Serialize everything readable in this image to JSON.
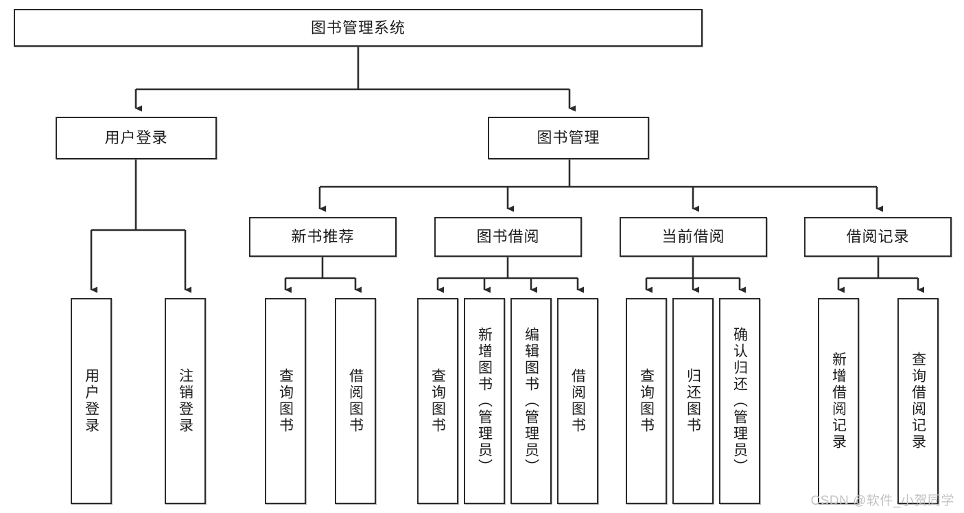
{
  "diagram": {
    "type": "tree",
    "title": "图书管理系统",
    "watermark": "CSDN @软件_小贺同学",
    "colors": {
      "box_border": "#2b2b2b",
      "box_fill": "#ffffff",
      "connector": "#2b2b2b",
      "text": "#1c1c1c",
      "watermark": "#c3c3c3"
    },
    "nodes": {
      "root": {
        "label": "图书管理系统"
      },
      "level2": [
        {
          "label": "用户登录"
        },
        {
          "label": "图书管理"
        }
      ],
      "level3": [
        {
          "label": "新书推荐"
        },
        {
          "label": "图书借阅"
        },
        {
          "label": "当前借阅"
        },
        {
          "label": "借阅记录"
        }
      ],
      "leaves": {
        "user_login": [
          {
            "label": "用户登录"
          },
          {
            "label": "注销登录"
          }
        ],
        "new_book": [
          {
            "label": "查询图书"
          },
          {
            "label": "借阅图书"
          }
        ],
        "book_borrow": [
          {
            "label": "查询图书"
          },
          {
            "label": "新增图书（管理员）"
          },
          {
            "label": "编辑图书（管理员）"
          },
          {
            "label": "借阅图书"
          }
        ],
        "current_borrow": [
          {
            "label": "查询图书"
          },
          {
            "label": "归还图书"
          },
          {
            "label": "确认归还（管理员）"
          }
        ],
        "borrow_record": [
          {
            "label": "新增借阅记录"
          },
          {
            "label": "查询借阅记录"
          }
        ]
      }
    }
  }
}
